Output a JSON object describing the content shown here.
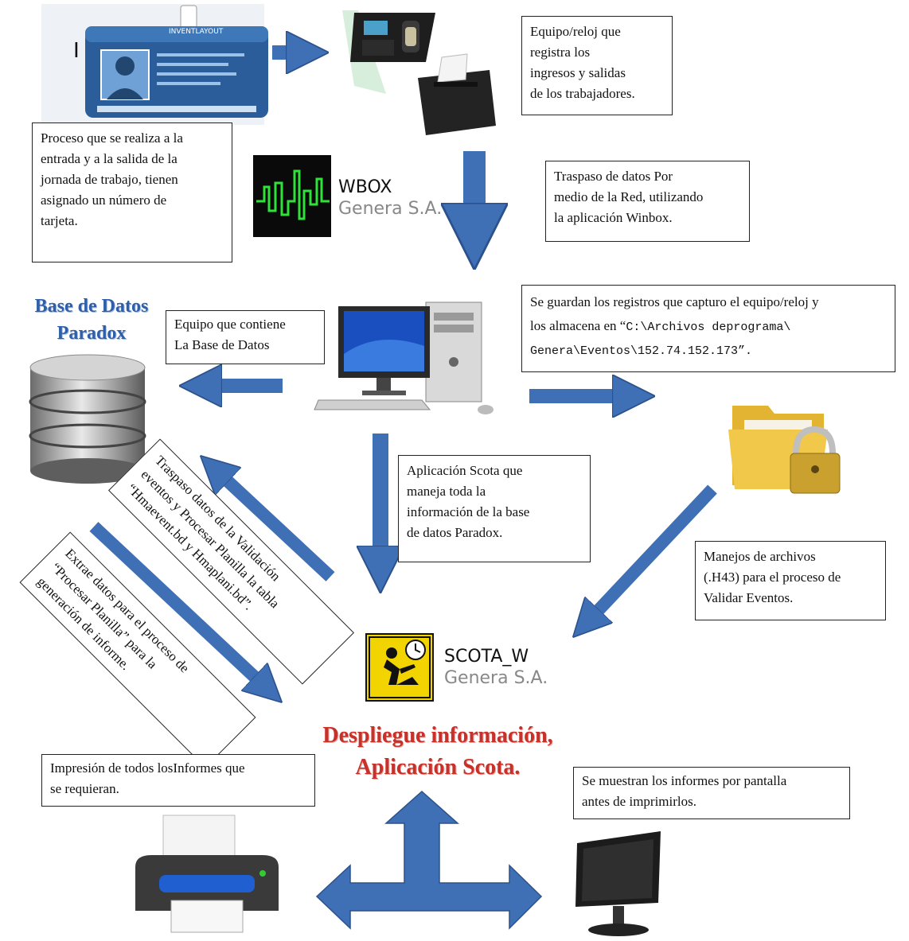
{
  "id_card": {
    "company": "INVENTLAYOUT",
    "cursor": "I"
  },
  "boxes": {
    "reloj": [
      "Equipo/reloj que",
      "registra los",
      "ingresos y salidas",
      "de los trabajadores."
    ],
    "proceso": [
      "Proceso que se realiza a la",
      "entrada y a la salida de la",
      "jornada de trabajo, tienen",
      "asignado un número de",
      "tarjeta."
    ],
    "traspaso_red": [
      "Traspaso de datos Por",
      "medio de la Red, utilizando",
      "la aplicación Winbox."
    ],
    "equipo_bd": [
      "Equipo que contiene",
      "La Base de Datos"
    ],
    "se_guardan": {
      "line1": "Se guardan los registros que capturo el equipo/reloj y",
      "line2_a": "los almacena en “",
      "line2_b": "C:\\Archivos deprograma\\",
      "line3": "Genera\\Eventos\\152.74.152.173”."
    },
    "scota_app": [
      "Aplicación Scota que",
      "maneja toda la",
      "información de la base",
      "de datos Paradox."
    ],
    "manejos": [
      "Manejos de archivos",
      "(.H43) para el proceso de",
      "Validar Eventos."
    ],
    "traspaso_validacion": [
      "Traspaso datos de la Validación",
      "eventos y Procesar Planilla la tabla",
      "“Hmaevent.bd y Hmaplani.bd”."
    ],
    "extrae": [
      "Extrae datos para el proceso de",
      "“Procesar Planilla” para la",
      "generación de informe."
    ],
    "impresion": [
      "Impresión de todos losInformes que",
      "se requieran."
    ],
    "muestran": [
      "Se muestran los informes por pantalla",
      "antes de imprimirlos."
    ]
  },
  "wbox": {
    "name": "WBOX",
    "company": "Genera S.A."
  },
  "scota_w": {
    "name": "SCOTA_W",
    "company": "Genera S.A."
  },
  "titles": {
    "base_datos_1": "Base de Datos",
    "base_datos_2": "Paradox",
    "despliegue_1": "Despliegue información,",
    "despliegue_2": "Aplicación Scota."
  },
  "colors": {
    "arrow": "#3f6fb5",
    "arrow_edge": "#2b528c",
    "title_blue": "#2e5fa8",
    "title_red": "#c8312a"
  }
}
